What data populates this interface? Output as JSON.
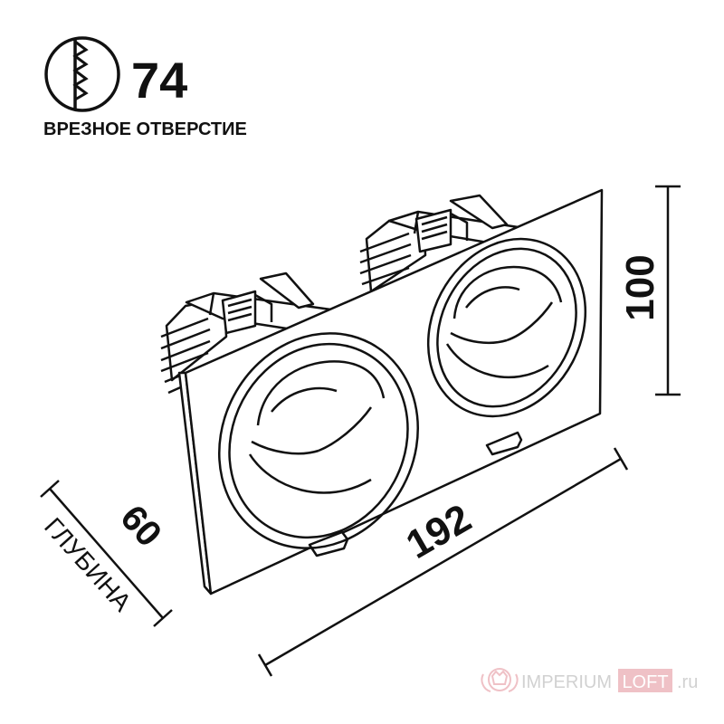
{
  "cutout": {
    "icon": "drill-icon",
    "value": "74",
    "label": "ВРЕЗНОЕ ОТВЕРСТИЕ"
  },
  "dimensions": {
    "height": "100",
    "width": "192",
    "depth": "60",
    "depth_label": "ГЛУБИНА"
  },
  "watermark": {
    "brand_main": "IMPERIUM",
    "brand_box": "LOFT",
    "suffix": ".ru",
    "accent": "#e8a0a8"
  }
}
